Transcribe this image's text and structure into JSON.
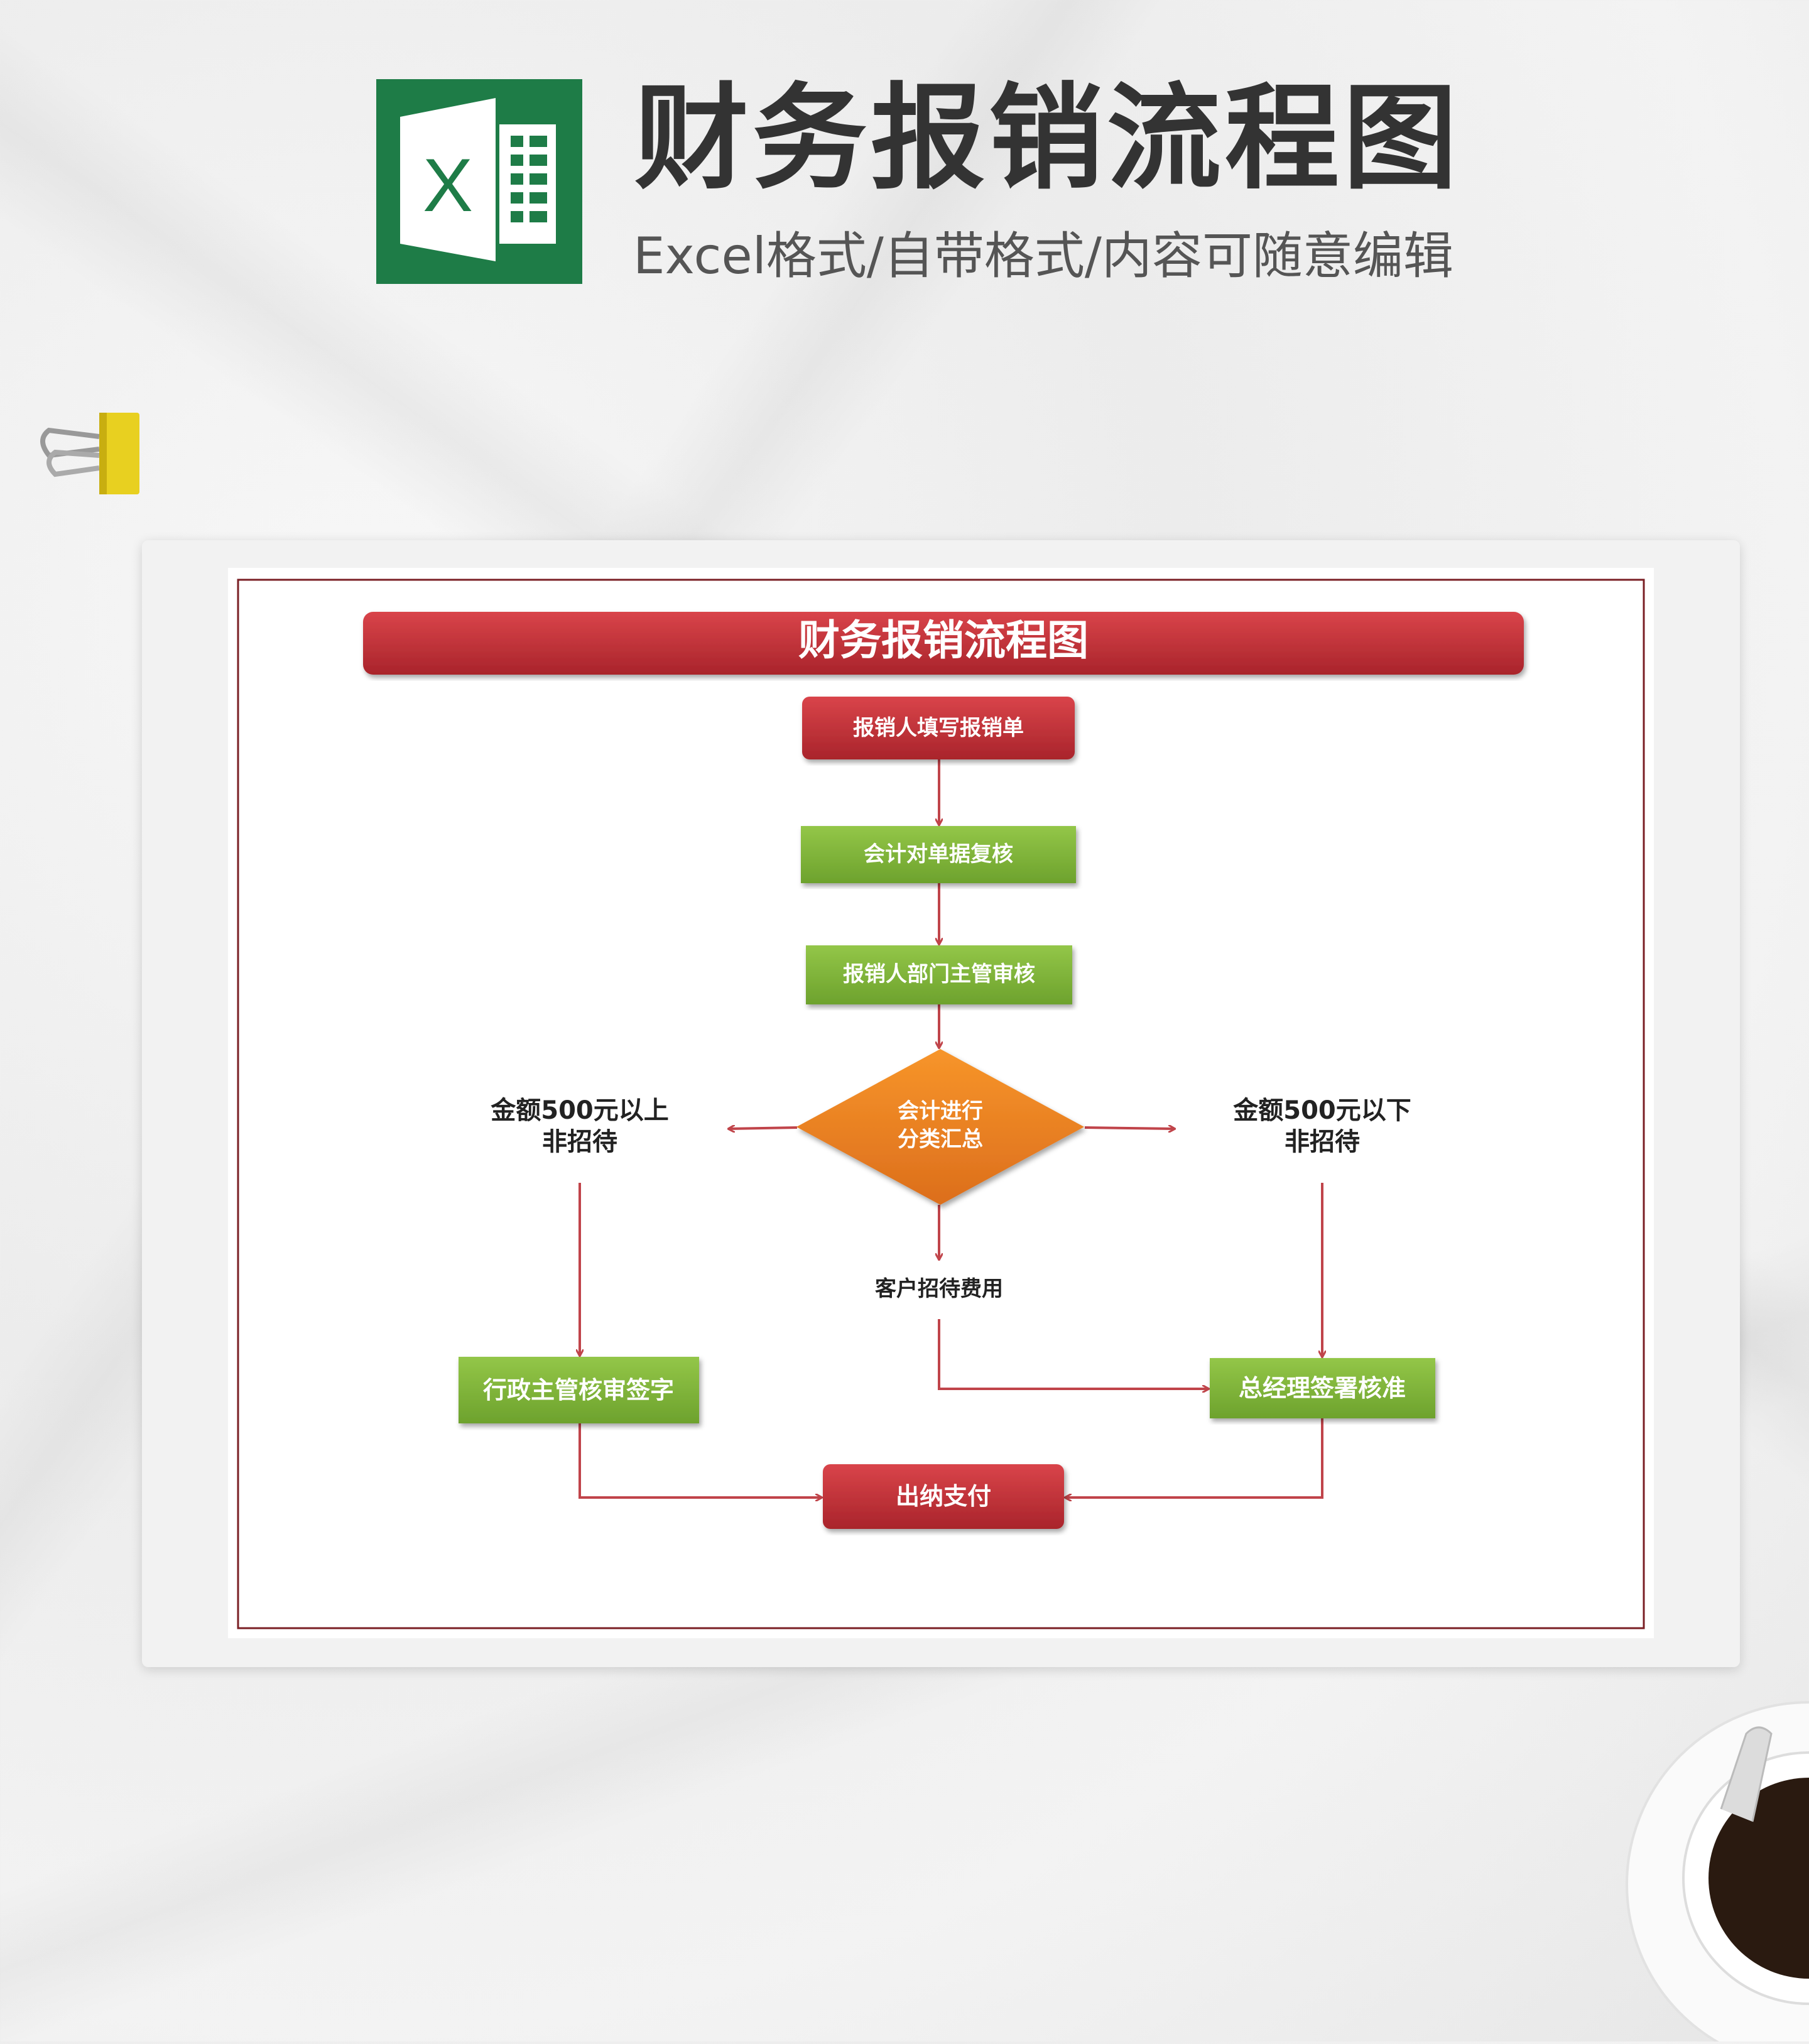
{
  "header": {
    "title": "财务报销流程图",
    "subtitle": "Excel格式/自带格式/内容可随意编辑",
    "logo_letter": "X"
  },
  "flowchart": {
    "title": "财务报销流程图",
    "step1": "报销人填写报销单",
    "step2": "会计对单据复核",
    "step3": "报销人部门主管审核",
    "decision_line1": "会计进行",
    "decision_line2": "分类汇总",
    "left_branch_line1": "金额500元以上",
    "left_branch_line2": "非招待",
    "right_branch_line1": "金额500元以下",
    "right_branch_line2": "非招待",
    "middle_branch": "客户招待费用",
    "admin_review": "行政主管核审签字",
    "gm_approval": "总经理签署核准",
    "payment": "出纳支付"
  },
  "colors": {
    "red": "#c8333a",
    "green": "#80b43c",
    "orange": "#f08a24",
    "excel": "#1e7c47",
    "border": "#7a1f24"
  }
}
